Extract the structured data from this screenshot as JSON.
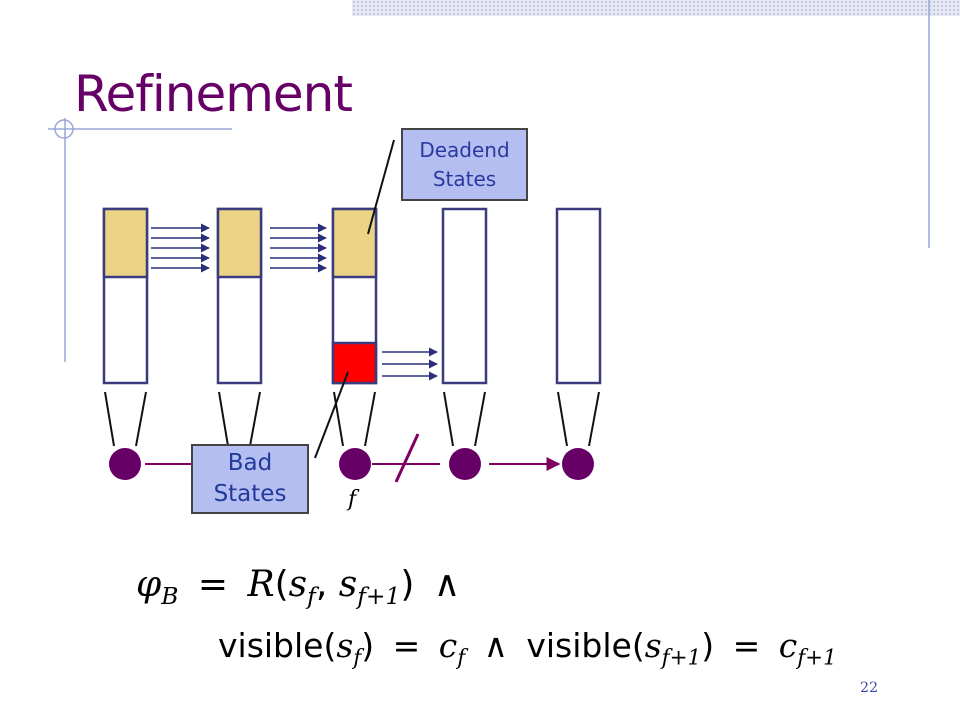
{
  "slide": {
    "title": "Refinement",
    "page_number": "22"
  },
  "callouts": {
    "deadend": {
      "line1": "Deadend",
      "line2": "States"
    },
    "bad": {
      "line1": "Bad",
      "line2": "States"
    }
  },
  "diagram": {
    "state_label": "f",
    "colors": {
      "column_border": "#3b3b7d",
      "deadend_fill": "#ecd486",
      "bad_fill": "#ff0000",
      "arrow": "#2b2f7a",
      "node_fill": "#660066",
      "node_arrow": "#800060",
      "callout_fill": "#b4bef0",
      "title": "#660066"
    }
  },
  "formulas": {
    "line1": {
      "phi": "φ",
      "phi_sub": "B",
      "eq": "=",
      "R": "R",
      "open": "(",
      "s1": "s",
      "s1_sub": "f",
      "comma": ", ",
      "s2": "s",
      "s2_sub": "f+1",
      "close": ")",
      "and": "∧"
    },
    "line2": {
      "visible1": "visible",
      "open1": "(",
      "s1": "s",
      "s1_sub": "f",
      "close1": ")",
      "eq1": "=",
      "c1": "c",
      "c1_sub": "f",
      "and": "∧",
      "visible2": "visible",
      "open2": "(",
      "s2": "s",
      "s2_sub": "f+1",
      "close2": ")",
      "eq2": "=",
      "c2": "c",
      "c2_sub": "f+1"
    }
  }
}
